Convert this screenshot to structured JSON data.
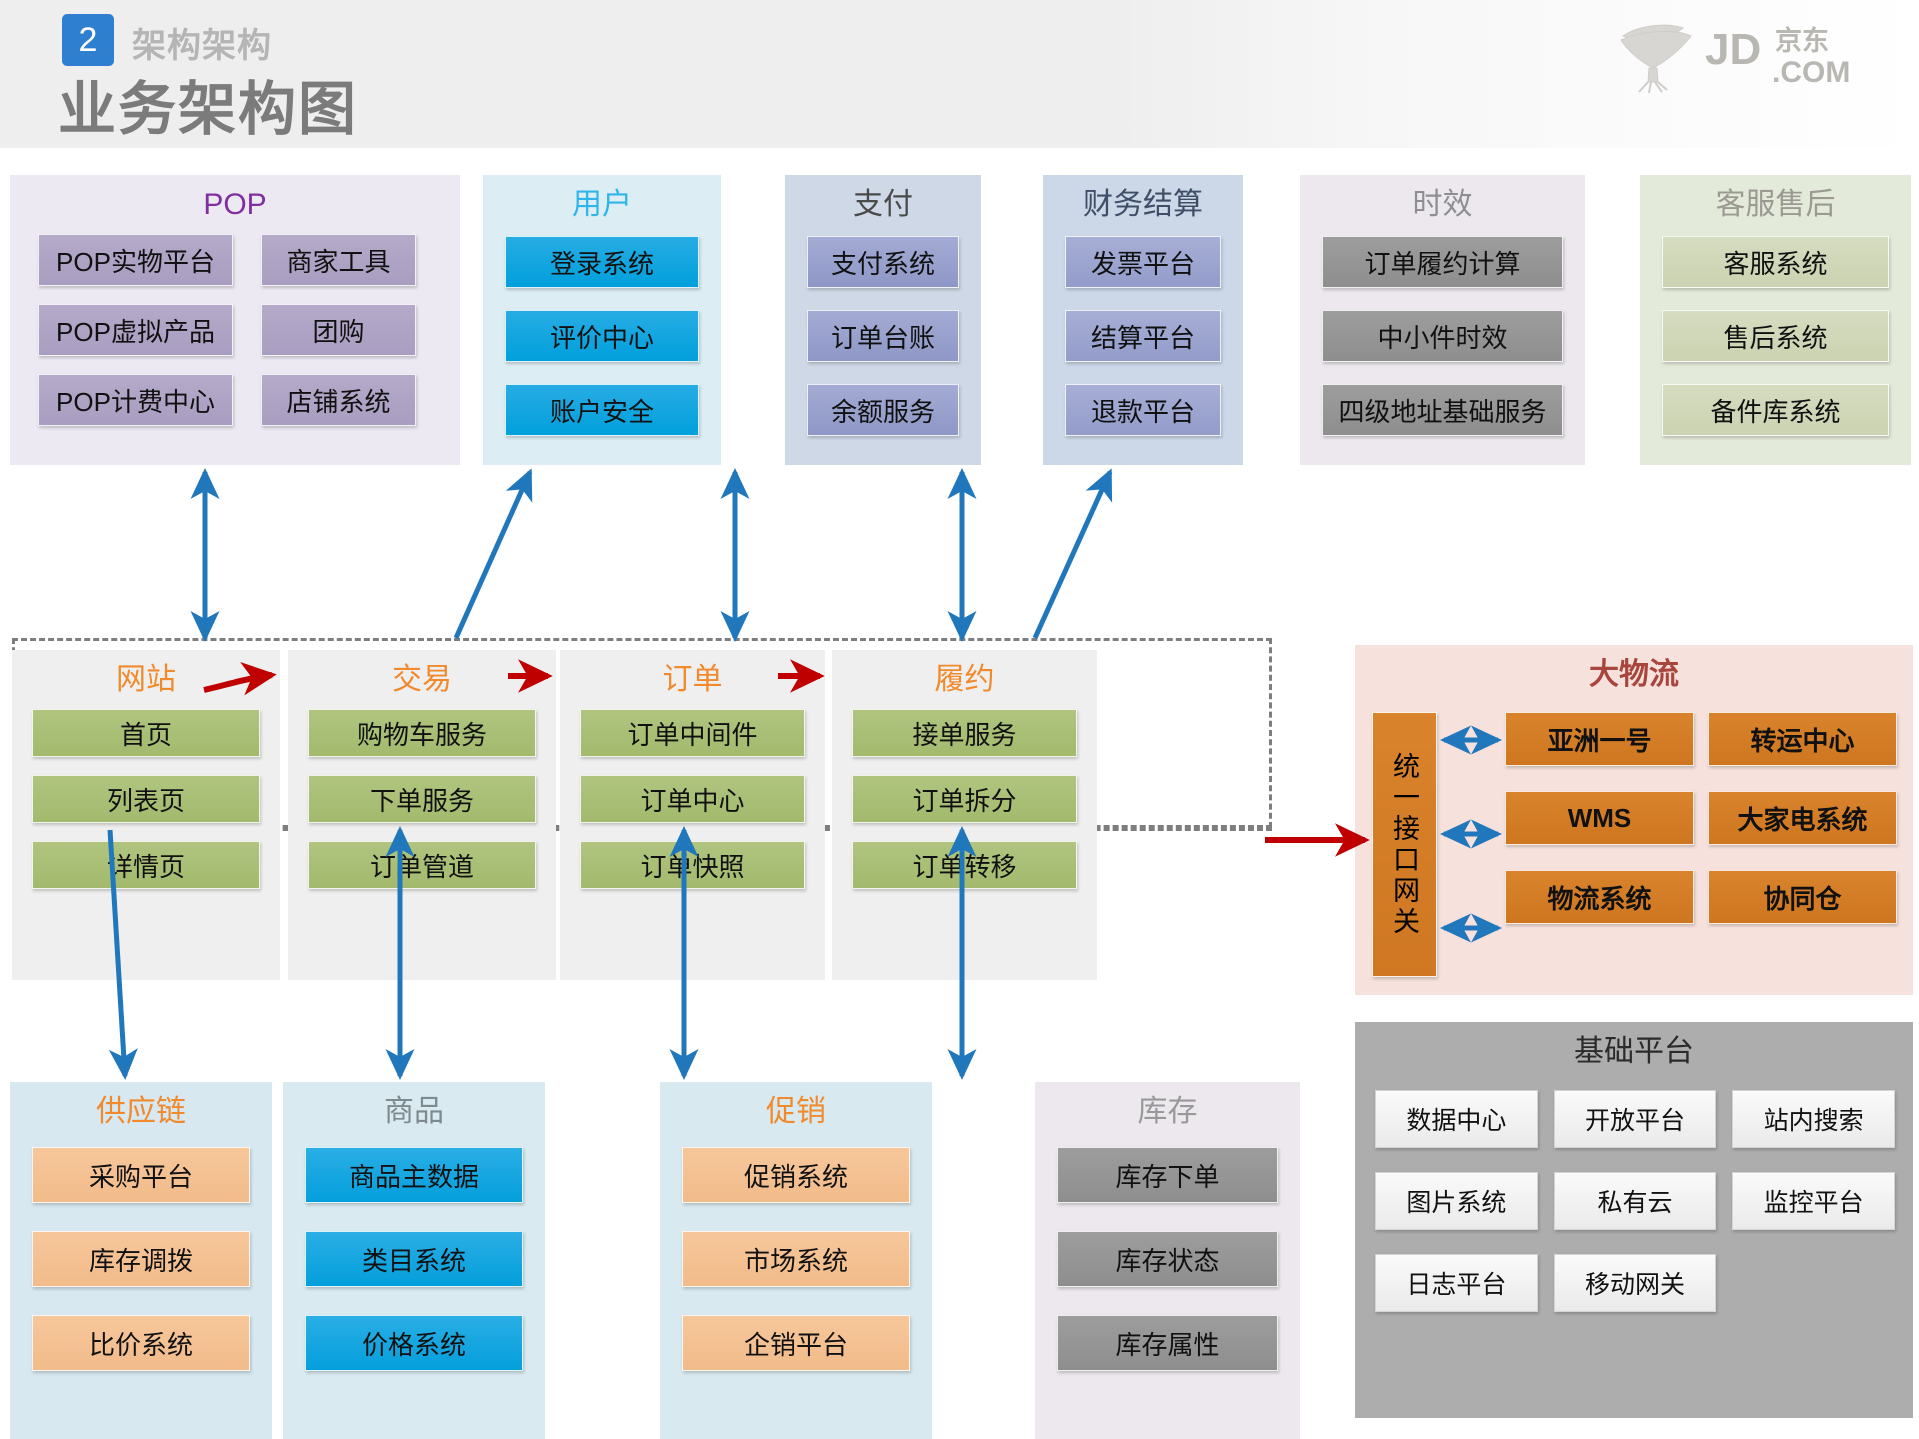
{
  "header": {
    "badge_number": "2",
    "eyebrow": "架构架构",
    "title": "业务架构图",
    "logo_text": "JD",
    "logo_cn": "京东",
    "logo_com": ".COM"
  },
  "colors": {
    "badge_blue": "#2f7fd1",
    "pop_title": "#7f2fa0",
    "user_title": "#2fb6e8",
    "core_title": "#f08a2c",
    "logistics_title": "#a8453c",
    "blue_arrow": "#2077bb",
    "red_arrow": "#c00000",
    "dashed_border": "#7e7e7e"
  },
  "top_sections": [
    {
      "id": "pop",
      "title": "POP",
      "layout": "grid2",
      "items": [
        "POP实物平台",
        "商家工具",
        "POP虚拟产品",
        "团购",
        "POP计费中心",
        "店铺系统"
      ]
    },
    {
      "id": "user",
      "title": "用户",
      "layout": "col",
      "items": [
        "登录系统",
        "评价中心",
        "账户安全"
      ]
    },
    {
      "id": "pay",
      "title": "支付",
      "layout": "col",
      "items": [
        "支付系统",
        "订单台账",
        "余额服务"
      ]
    },
    {
      "id": "fin",
      "title": "财务结算",
      "layout": "col",
      "items": [
        "发票平台",
        "结算平台",
        "退款平台"
      ]
    },
    {
      "id": "sla",
      "title": "时效",
      "layout": "col",
      "items": [
        "订单履约计算",
        "中小件时效",
        "四级地址基础服务"
      ]
    },
    {
      "id": "cs",
      "title": "客服售后",
      "layout": "col",
      "items": [
        "客服系统",
        "售后系统",
        "备件库系统"
      ]
    }
  ],
  "core_sections": [
    {
      "id": "c-web",
      "title": "网站",
      "items": [
        "首页",
        "列表页",
        "详情页"
      ]
    },
    {
      "id": "c-trade",
      "title": "交易",
      "items": [
        "购物车服务",
        "下单服务",
        "订单管道"
      ]
    },
    {
      "id": "c-order",
      "title": "订单",
      "items": [
        "订单中间件",
        "订单中心",
        "订单快照"
      ]
    },
    {
      "id": "c-ful",
      "title": "履约",
      "items": [
        "接单服务",
        "订单拆分",
        "订单转移"
      ]
    }
  ],
  "logistics": {
    "title": "大物流",
    "gateway": "统一接口网关",
    "items": [
      "亚洲一号",
      "转运中心",
      "WMS",
      "大家电系统",
      "物流系统",
      "协同仓"
    ]
  },
  "base_platform": {
    "title": "基础平台",
    "items": [
      "数据中心",
      "开放平台",
      "站内搜索",
      "图片系统",
      "私有云",
      "监控平台",
      "日志平台",
      "移动网关"
    ]
  },
  "bottom_sections": [
    {
      "id": "sup",
      "title": "供应链",
      "items": [
        "采购平台",
        "库存调拨",
        "比价系统"
      ]
    },
    {
      "id": "goods",
      "title": "商品",
      "items": [
        "商品主数据",
        "类目系统",
        "价格系统"
      ]
    },
    {
      "id": "promo",
      "title": "促销",
      "items": [
        "促销系统",
        "市场系统",
        "企销平台"
      ]
    },
    {
      "id": "stock",
      "title": "库存",
      "items": [
        "库存下单",
        "库存状态",
        "库存属性"
      ]
    }
  ]
}
